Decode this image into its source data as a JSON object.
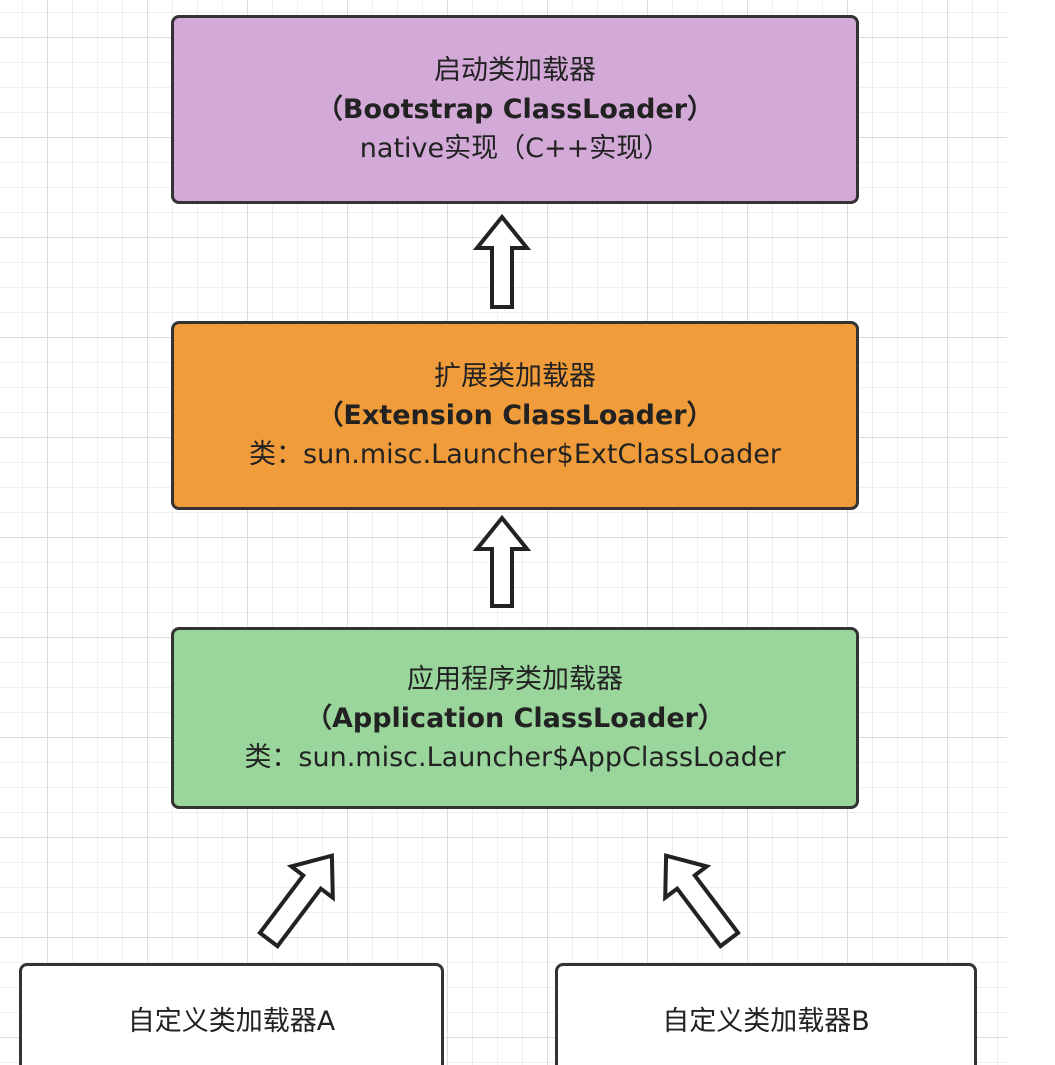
{
  "diagram": {
    "bootstrap": {
      "title": "启动类加载器",
      "subtitle": "（Bootstrap ClassLoader）",
      "detail": "native实现（C++实现）",
      "fill": "#d3a9d8"
    },
    "extension": {
      "title": "扩展类加载器",
      "subtitle": "（Extension ClassLoader）",
      "detail": "类：sun.misc.Launcher$ExtClassLoader",
      "fill": "#f09c3a"
    },
    "application": {
      "title": "应用程序类加载器",
      "subtitle": "（Application ClassLoader）",
      "detail": "类：sun.misc.Launcher$AppClassLoader",
      "fill": "#9ad69c"
    },
    "custom_a": {
      "title": "自定义类加载器A"
    },
    "custom_b": {
      "title": "自定义类加载器B"
    },
    "colors": {
      "border": "#333333",
      "grid": "#dcdcdc",
      "arrow_fill": "#ffffff"
    },
    "arrows": [
      {
        "from": "extension",
        "to": "bootstrap",
        "icon": "hollow-up-arrow-icon"
      },
      {
        "from": "application",
        "to": "extension",
        "icon": "hollow-up-arrow-icon"
      },
      {
        "from": "custom_a",
        "to": "application",
        "icon": "hollow-diagonal-arrow-icon"
      },
      {
        "from": "custom_b",
        "to": "application",
        "icon": "hollow-diagonal-arrow-icon"
      }
    ]
  }
}
